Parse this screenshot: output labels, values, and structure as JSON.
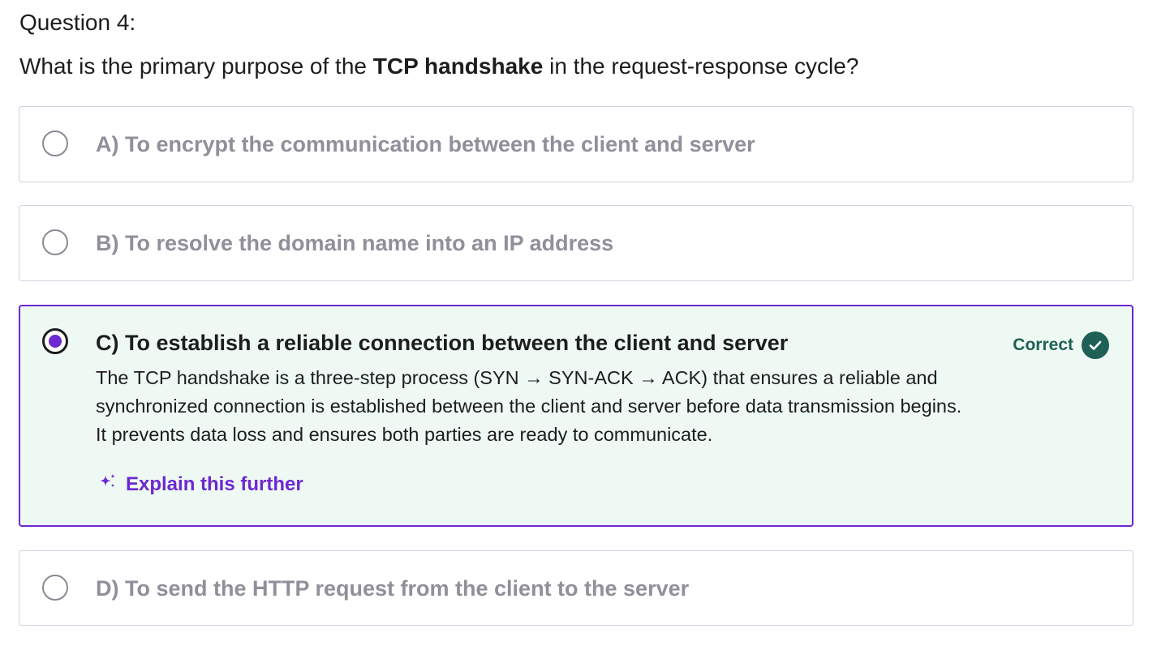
{
  "question": {
    "number_label": "Question 4:",
    "text_before": "What is the primary purpose of the ",
    "text_bold": "TCP handshake",
    "text_after": " in the request-response cycle?"
  },
  "options": [
    {
      "label": "A) To encrypt the communication between the client and server",
      "selected": false
    },
    {
      "label": "B) To resolve the domain name into an IP address",
      "selected": false
    },
    {
      "label": "C) To establish a reliable connection between the client and server",
      "selected": true,
      "status": "Correct",
      "explanation": "The TCP handshake is a three-step process (SYN → SYN-ACK → ACK) that ensures a reliable and synchronized connection is established between the client and server before data transmission begins. It prevents data loss and ensures both parties are ready to communicate.",
      "explain_link": "Explain this further"
    },
    {
      "label": "D) To send the HTTP request from the client to the server",
      "selected": false
    }
  ],
  "colors": {
    "accent": "#6d28d2",
    "correct": "#1e6055",
    "selected_bg": "#eef9f3",
    "muted_text": "#8f909a"
  },
  "icons": {
    "check": "check-circle-icon",
    "sparkle": "sparkle-icon",
    "radio": "radio-icon"
  }
}
